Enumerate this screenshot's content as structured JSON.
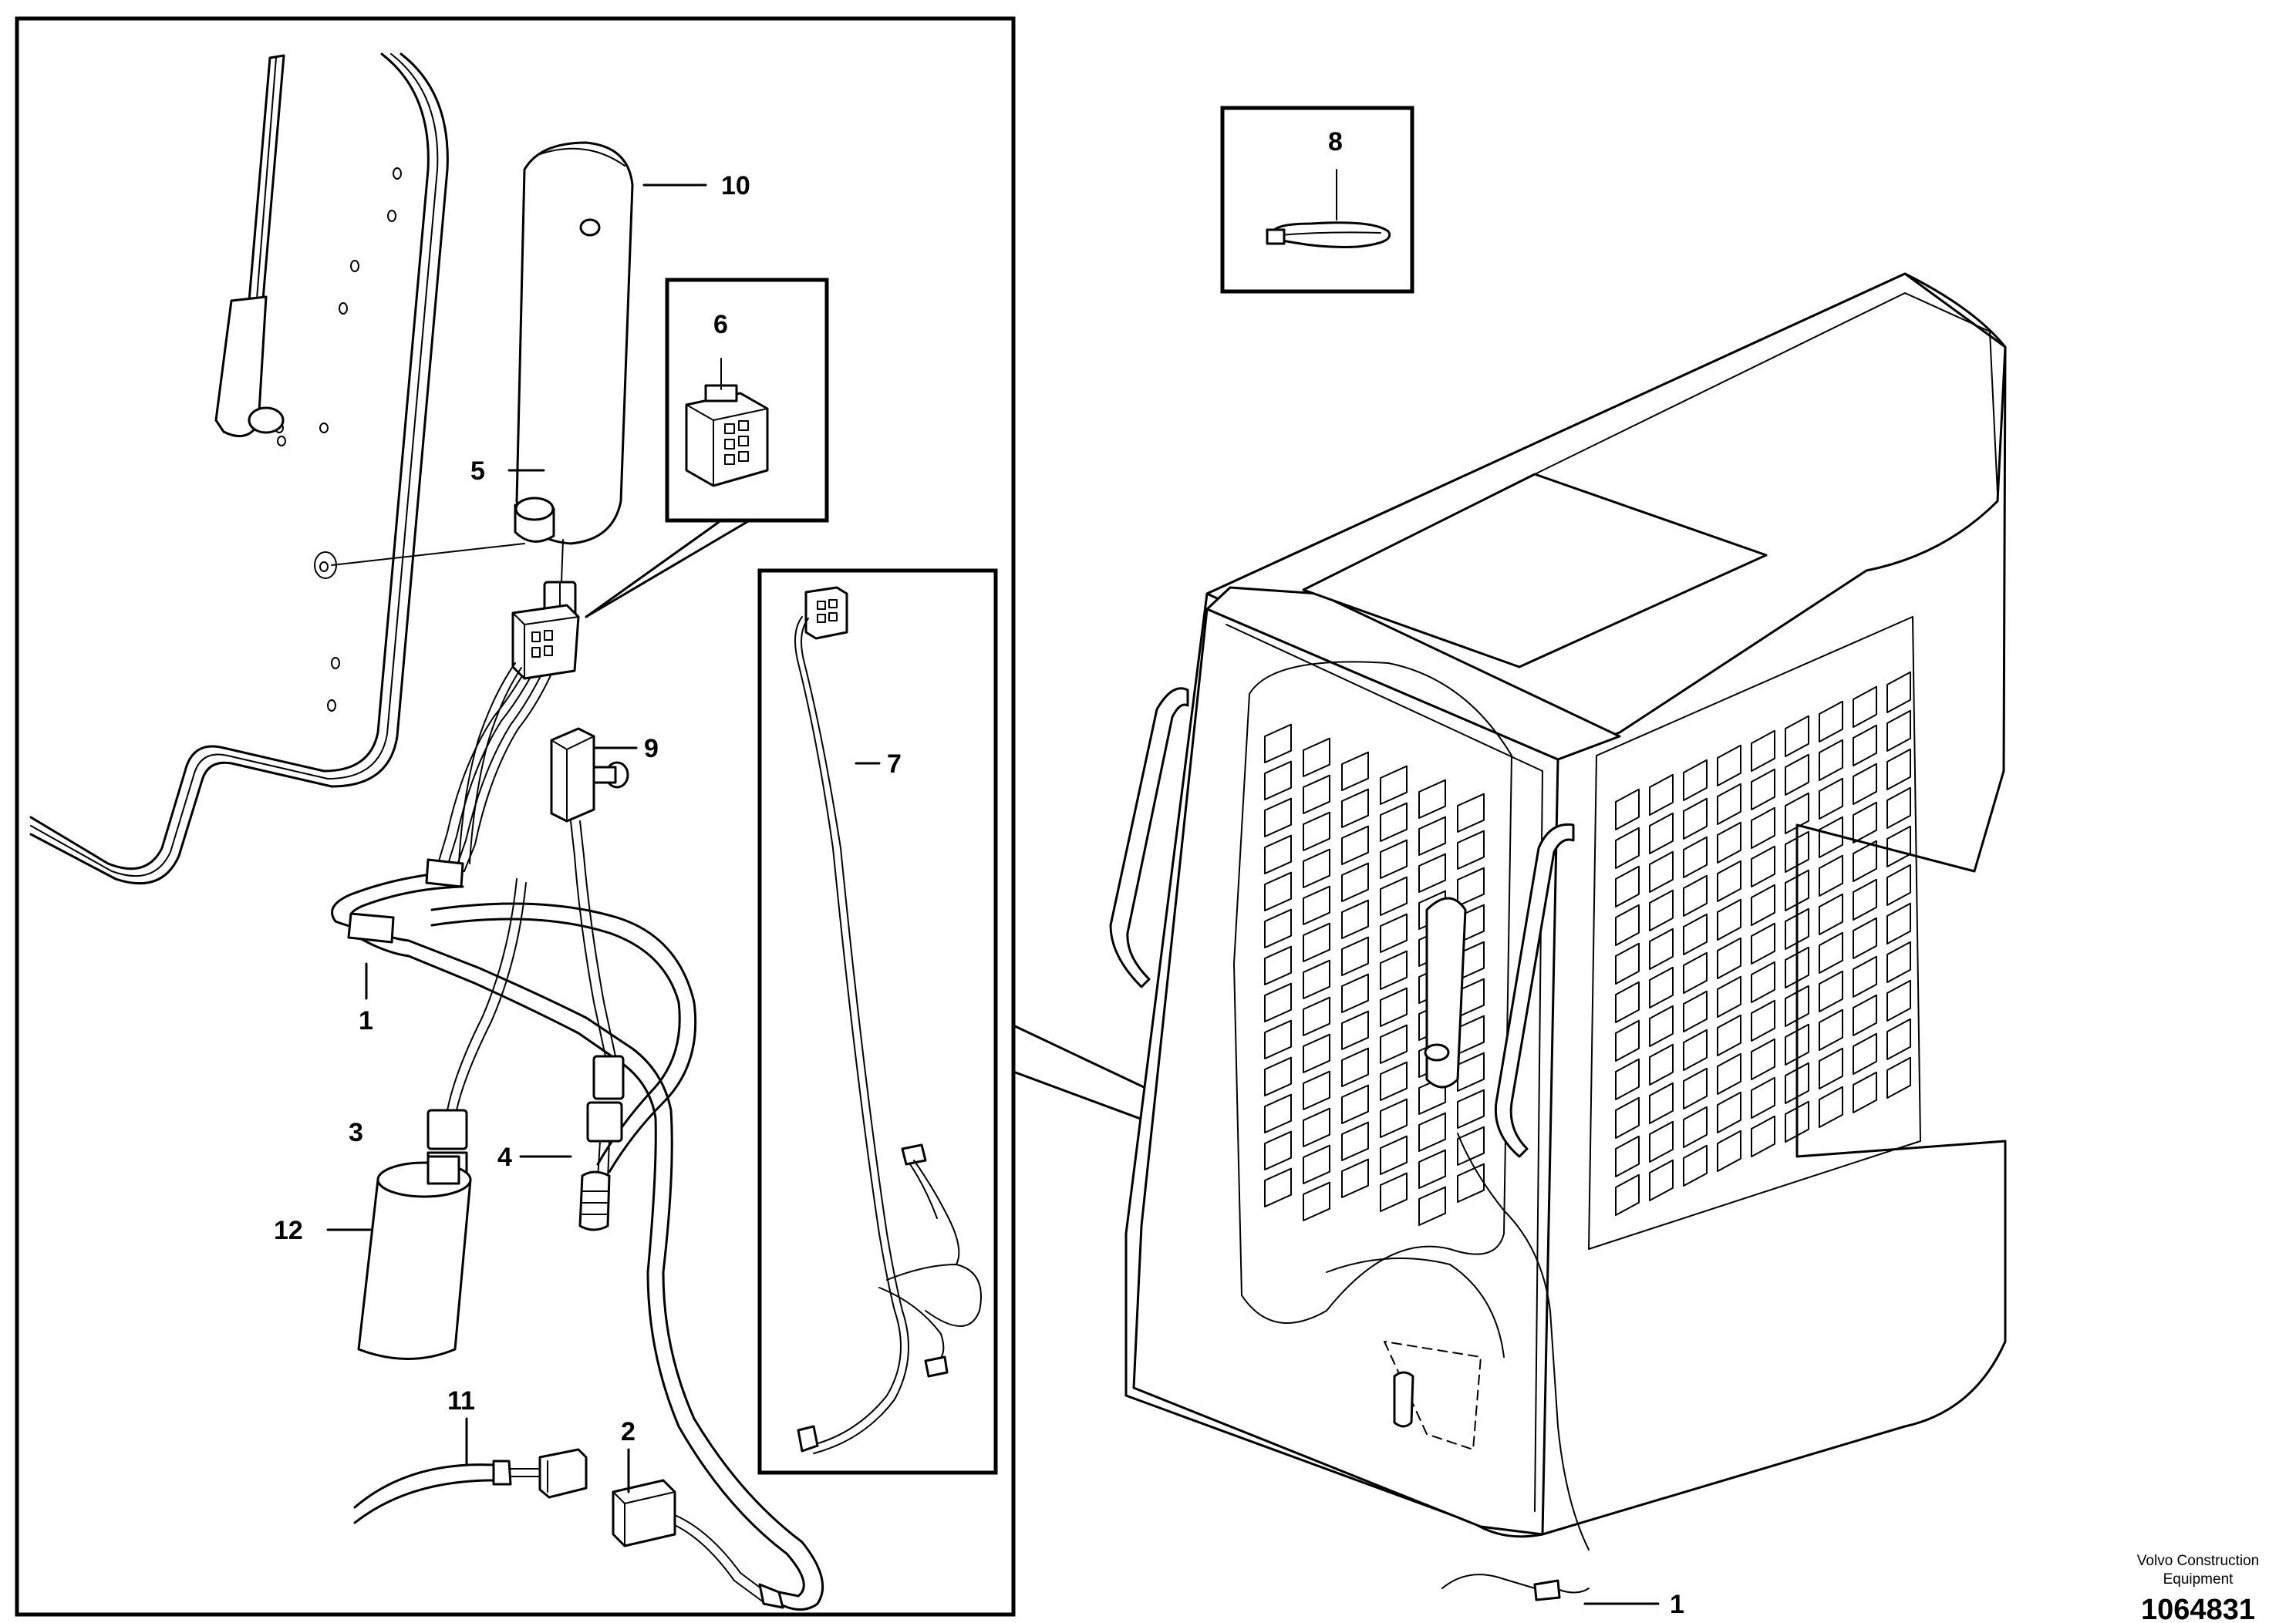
{
  "callouts": {
    "c1_left": "1",
    "c1_right": "1",
    "c2": "2",
    "c3": "3",
    "c4": "4",
    "c5": "5",
    "c6": "6",
    "c7": "7",
    "c8": "8",
    "c9": "9",
    "c10": "10",
    "c11": "11",
    "c12": "12"
  },
  "footer": {
    "company_line1": "Volvo Construction",
    "company_line2": "Equipment",
    "drawing_number": "1064831"
  }
}
